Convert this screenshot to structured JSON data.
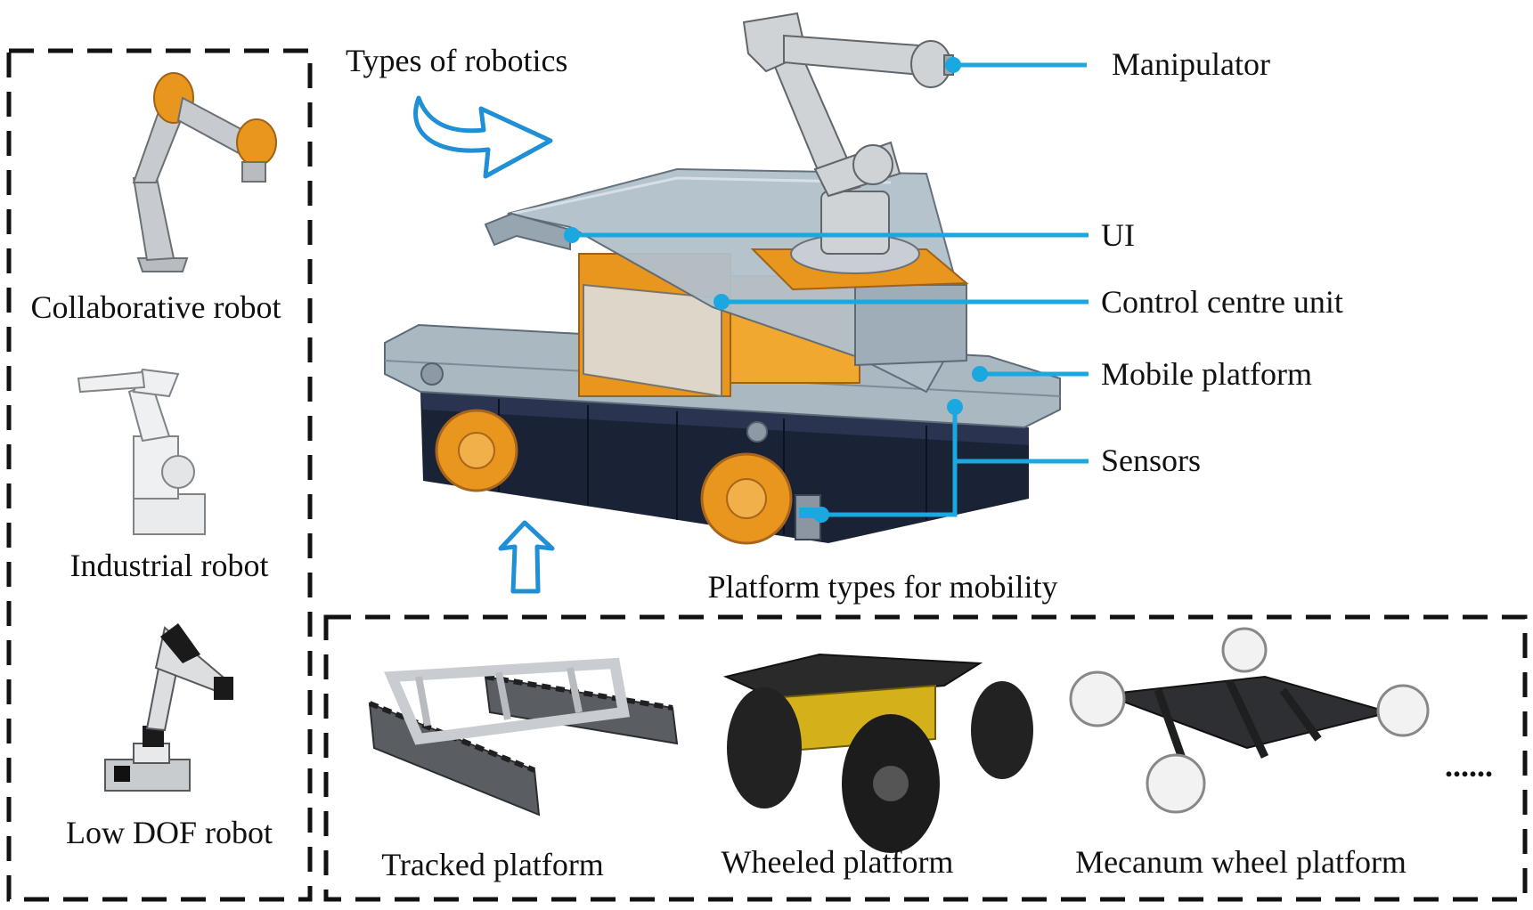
{
  "colors": {
    "leader": "#1ba8e0",
    "arrow": "#1f8fd6",
    "dash": "#111111",
    "orange": "#e8961e",
    "platform_grey": "#aab8c2",
    "base_navy": "#1a2236"
  },
  "title_robotics": "Types of robotics",
  "title_mobility": "Platform types for mobility",
  "robot_types": [
    {
      "label": "Collaborative robot",
      "icon": "collaborative-robot-arm"
    },
    {
      "label": "Industrial robot",
      "icon": "industrial-robot-arm"
    },
    {
      "label": "Low DOF robot",
      "icon": "low-dof-robot-arm"
    }
  ],
  "platform_types": [
    {
      "label": "Tracked platform",
      "icon": "tracked-chassis"
    },
    {
      "label": "Wheeled platform",
      "icon": "wheeled-rover"
    },
    {
      "label": "Mecanum wheel platform",
      "icon": "mecanum-chassis"
    }
  ],
  "more_indicator": "......",
  "callouts": [
    {
      "label": "Manipulator"
    },
    {
      "label": "UI"
    },
    {
      "label": "Control centre unit"
    },
    {
      "label": "Mobile platform"
    },
    {
      "label": "Sensors"
    }
  ]
}
